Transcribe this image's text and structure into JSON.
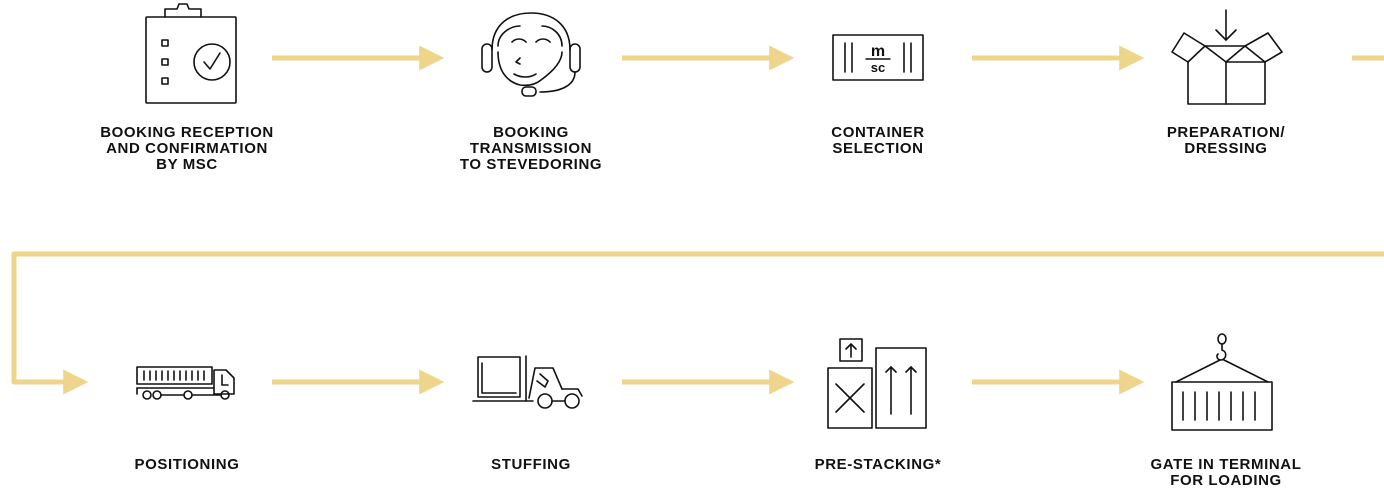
{
  "colors": {
    "arrow": "#EDD58C",
    "ink": "#111111"
  },
  "steps": [
    {
      "label": "BOOKING RECEPTION\nAND CONFIRMATION\nBY MSC",
      "icon": "clipboard-check-icon"
    },
    {
      "label": "BOOKING\nTRANSMISSION\nTO STEVEDORING",
      "icon": "headset-operator-icon"
    },
    {
      "label": "CONTAINER\nSELECTION",
      "icon": "msc-container-icon",
      "icon_text": [
        "m",
        "sc"
      ]
    },
    {
      "label": "PREPARATION/\nDRESSING",
      "icon": "open-box-icon"
    },
    {
      "label": "POSITIONING",
      "icon": "container-truck-icon"
    },
    {
      "label": "STUFFING",
      "icon": "forklift-icon"
    },
    {
      "label": "PRE-STACKING*",
      "icon": "stacked-crates-icon"
    },
    {
      "label": "GATE IN TERMINAL\nFOR LOADING",
      "icon": "crane-hook-container-icon"
    }
  ]
}
